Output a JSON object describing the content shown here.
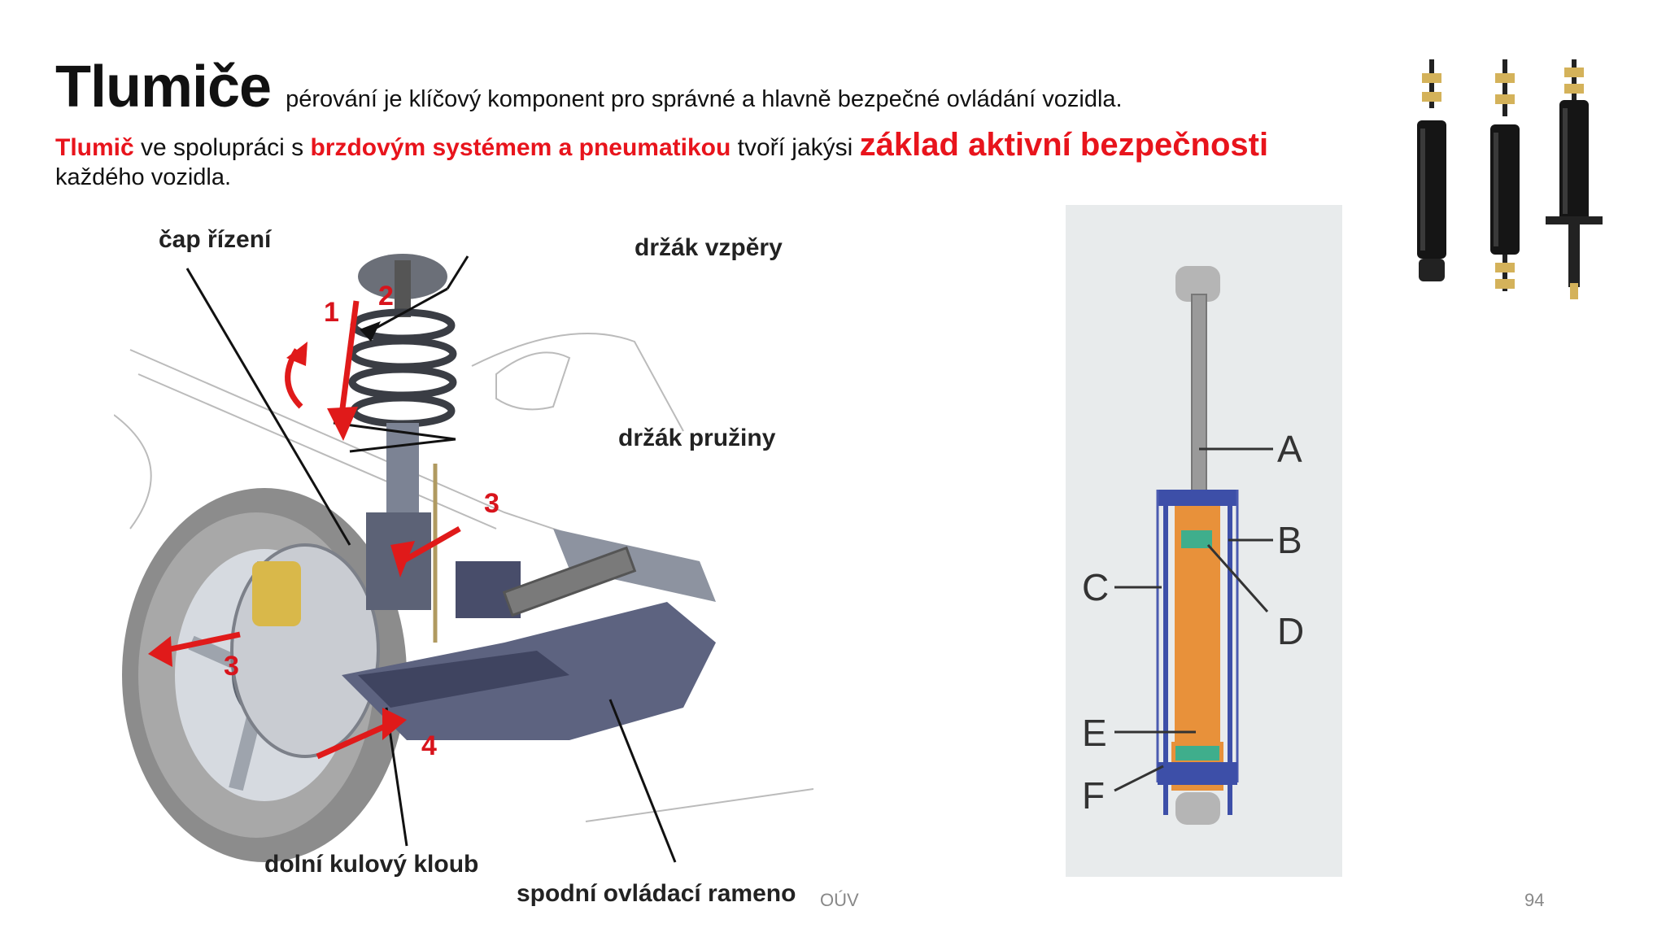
{
  "header": {
    "title": "Tlumiče",
    "subtitle": "pérování je klíčový komponent pro správné a hlavně bezpečné ovládání vozidla."
  },
  "intro": {
    "part1": "Tlumič",
    "part2": " ve spolupráci s ",
    "part3": "brzdovým systémem a pneumatikou",
    "part4": " tvoří jakýsi ",
    "part5": "základ aktivní bezpečnosti",
    "line2": "každého vozidla."
  },
  "diagram": {
    "labels": {
      "cap_rizeni": "čap řízení",
      "drzak_vzpery": "držák vzpěry",
      "drzak_pruziny": "držák pružiny",
      "dolni_kloub": "dolní kulový kloub",
      "spodni_rameno": "spodní ovládací rameno"
    },
    "numbers": [
      "1",
      "2",
      "3",
      "3",
      "4"
    ]
  },
  "schematic": {
    "labels": [
      "A",
      "B",
      "C",
      "D",
      "E",
      "F"
    ],
    "colors": {
      "fluid": "#e8913a",
      "body": "#3d4fa8",
      "piston": "#3fae8c",
      "rod": "#9a9a9a"
    }
  },
  "footer": {
    "center": "OÚV",
    "page": "94"
  }
}
